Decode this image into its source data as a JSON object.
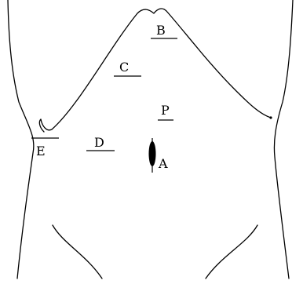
{
  "figure": {
    "labels": {
      "a": "A",
      "b": "B",
      "c": "C",
      "d": "D",
      "e": "E",
      "p": "P"
    }
  }
}
